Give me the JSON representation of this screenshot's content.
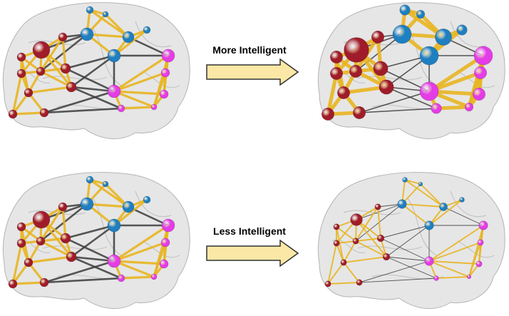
{
  "arrows": {
    "top_label": "More Intelligent",
    "bottom_label": "Less Intelligent"
  },
  "colors": {
    "red_module": "#a01c2a",
    "blue_module": "#1e7fc1",
    "magenta_module": "#e43ce6",
    "within_module_edge": "#e8b520",
    "between_module_edge": "#3a3a3a",
    "arrow_fill": "#fbe8a6",
    "arrow_stroke": "#333333",
    "brain_surface": "#d2d2d2"
  },
  "panels": [
    {
      "id": "before-more-intelligent",
      "node_scale": 1.0,
      "within_edge_scale": 1.0,
      "between_edge_scale": 1.0
    },
    {
      "id": "after-more-intelligent",
      "node_scale": 1.45,
      "within_edge_scale": 1.6,
      "between_edge_scale": 0.6
    },
    {
      "id": "before-less-intelligent",
      "node_scale": 1.0,
      "within_edge_scale": 1.0,
      "between_edge_scale": 1.0
    },
    {
      "id": "after-less-intelligent",
      "node_scale": 0.7,
      "within_edge_scale": 0.6,
      "between_edge_scale": 0.35
    }
  ]
}
